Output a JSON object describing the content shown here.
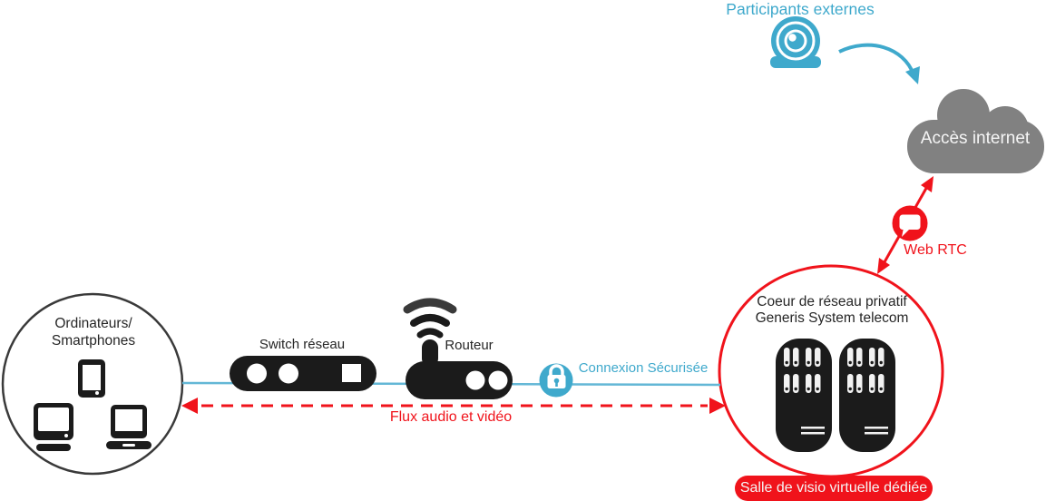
{
  "colors": {
    "teal": "#3FA9CC",
    "blue-line": "#63B7D6",
    "red": "#F0131B",
    "gray-cloud": "#818181",
    "icon-black": "#1B1B1B",
    "text-dark": "#262626"
  },
  "labels": {
    "participants_externes": "Participants externes",
    "acces_internet": "Accès internet",
    "web_rtc": "Web RTC",
    "core_line1": "Coeur de réseau privatif",
    "core_line2": "Generis System telecom",
    "salle_visio": "Salle de visio virtuelle dédiée",
    "devices_line1": "Ordinateurs/",
    "devices_line2": "Smartphones",
    "switch": "Switch réseau",
    "routeur": "Routeur",
    "connexion_securisee": "Connexion Sécurisée",
    "flux_audio_video": "Flux audio et vidéo"
  },
  "icons": [
    {
      "name": "webcam-icon",
      "meaning": "external participants webcam"
    },
    {
      "name": "internet-cloud",
      "meaning": "internet access cloud"
    },
    {
      "name": "chat-bubble-icon",
      "meaning": "Web RTC"
    },
    {
      "name": "padlock-icon",
      "meaning": "secured connection lock"
    },
    {
      "name": "network-switch-icon",
      "meaning": "network switch"
    },
    {
      "name": "router-icon",
      "meaning": "router"
    },
    {
      "name": "wifi-signal-icon",
      "meaning": "router wireless signal"
    },
    {
      "name": "server-tower-icon",
      "meaning": "private core network server"
    },
    {
      "name": "smartphone-icon",
      "meaning": "smartphone"
    },
    {
      "name": "desktop-computer-icon",
      "meaning": "desktop computer"
    },
    {
      "name": "laptop-icon",
      "meaning": "laptop"
    },
    {
      "name": "curved-arrow-icon",
      "meaning": "participant to internet flow"
    },
    {
      "name": "double-arrow-icon",
      "meaning": "Web RTC link"
    },
    {
      "name": "dashed-double-arrow",
      "meaning": "audio and video stream"
    }
  ]
}
